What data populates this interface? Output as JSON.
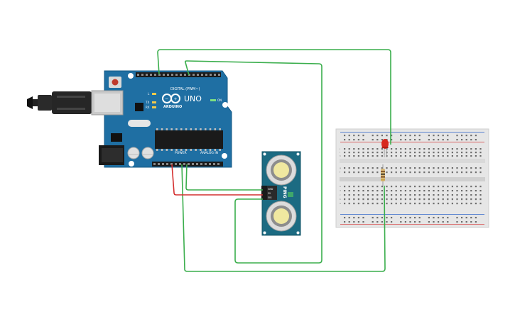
{
  "arduino": {
    "brand": "ARDUINO",
    "model": "UNO",
    "digital_header": "DIGITAL (PWM~)",
    "power_header": "POWER",
    "analog_header": "ANALOG IN",
    "led_l": "L",
    "led_tx": "TX",
    "led_rx": "RX",
    "on_label": "ON",
    "board_color": "#1f6fa3"
  },
  "sensor": {
    "name": "PING",
    "pins": [
      "GND",
      "5V",
      "SIG"
    ],
    "board_color": "#1c6b82"
  },
  "breadboard": {
    "row_letters_top": [
      "j",
      "i",
      "h",
      "g",
      "f"
    ],
    "row_letters_bottom": [
      "e",
      "d",
      "c",
      "b",
      "a"
    ]
  },
  "colors": {
    "wire_green": "#3aae4c",
    "wire_red": "#d42f2f",
    "led_red": "#d8281f"
  }
}
